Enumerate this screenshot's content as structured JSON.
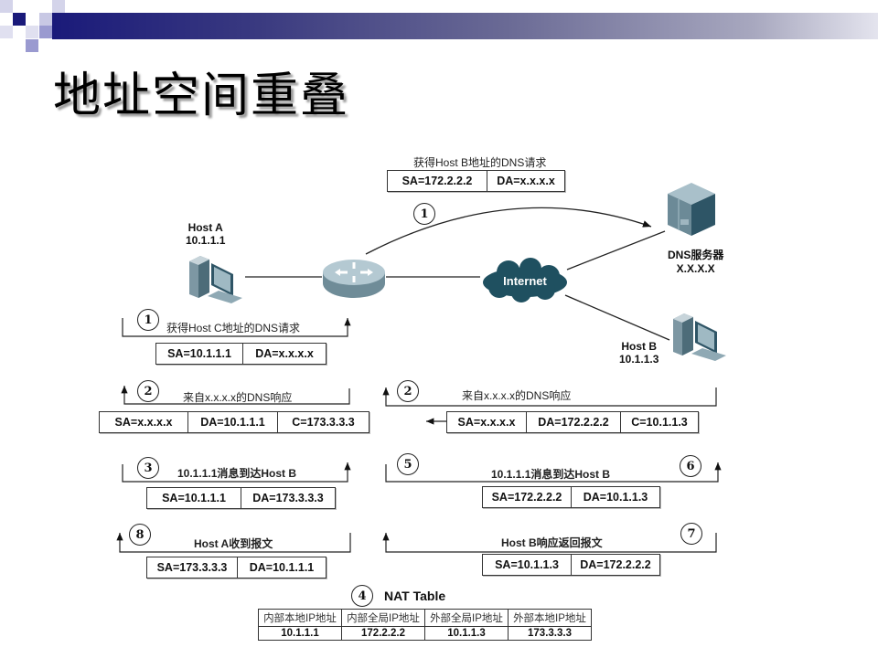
{
  "slide": {
    "title": "地址空间重叠"
  },
  "devices": {
    "host_a": {
      "name": "Host A",
      "ip": "10.1.1.1"
    },
    "router": {
      "name": "router"
    },
    "internet": {
      "label": "Internet"
    },
    "dns_server": {
      "name": "DNS服务器",
      "ip": "X.X.X.X"
    },
    "host_b": {
      "name": "Host B",
      "ip": "10.1.1.3"
    }
  },
  "flows": {
    "top_1": {
      "step": "1",
      "caption": "获得Host B地址的DNS请求",
      "fields": [
        "SA=172.2.2.2",
        "DA=x.x.x.x"
      ]
    },
    "left_1": {
      "step": "1",
      "caption": "获得Host C地址的DNS请求",
      "fields": [
        "SA=10.1.1.1",
        "DA=x.x.x.x"
      ]
    },
    "left_2": {
      "step": "2",
      "caption": "来自x.x.x.x的DNS响应",
      "fields": [
        "SA=x.x.x.x",
        "DA=10.1.1.1",
        "C=173.3.3.3"
      ]
    },
    "right_2": {
      "step": "2",
      "caption": "来自x.x.x.x的DNS响应",
      "fields": [
        "SA=x.x.x.x",
        "DA=172.2.2.2",
        "C=10.1.1.3"
      ]
    },
    "left_3": {
      "step": "3",
      "caption": "10.1.1.1消息到达Host B",
      "fields": [
        "SA=10.1.1.1",
        "DA=173.3.3.3"
      ]
    },
    "right_5_6": {
      "step_start": "5",
      "step_end": "6",
      "caption": "10.1.1.1消息到达Host B",
      "fields": [
        "SA=172.2.2.2",
        "DA=10.1.1.3"
      ]
    },
    "left_8": {
      "step": "8",
      "caption": "Host A收到报文",
      "fields": [
        "SA=173.3.3.3",
        "DA=10.1.1.1"
      ]
    },
    "right_7": {
      "step": "7",
      "caption": "Host B响应返回报文",
      "fields": [
        "SA=10.1.1.3",
        "DA=172.2.2.2"
      ]
    }
  },
  "nat_table": {
    "step": "4",
    "title": "NAT Table",
    "headers": [
      "内部本地IP地址",
      "内部全局IP地址",
      "外部全局IP地址",
      "外部本地IP地址"
    ],
    "rows": [
      [
        "10.1.1.1",
        "172.2.2.2",
        "10.1.1.3",
        "173.3.3.3"
      ]
    ]
  },
  "colors": {
    "banner_dark": "#1a1a7a",
    "device_teal": "#2f5a6b",
    "cloud": "#1f5060"
  }
}
